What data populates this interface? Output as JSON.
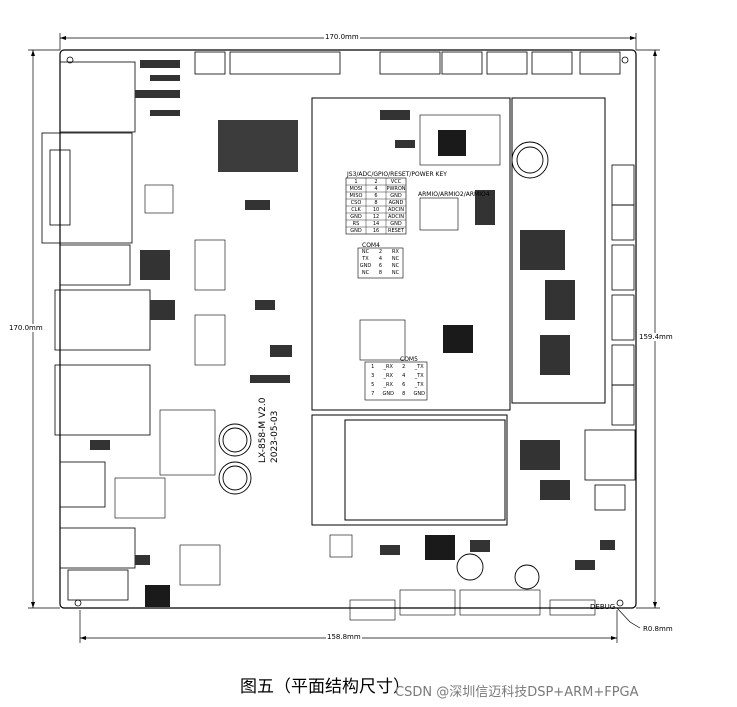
{
  "figure": {
    "top_dimension": "170.0mm",
    "left_dimension": "170.0mm",
    "right_dimension": "159.4mm",
    "bottom_dimension": "158.8mm",
    "corner_radius_label": "R0.8mm",
    "debug_label": "DEBUG",
    "board_model": "LX-858-M V2.0",
    "board_date": "2023-05-03",
    "pwr_key_header": "JS3/ADC/GPIO/RESET/POWER KEY",
    "com4_label": "COM4",
    "com5_label": "COM5",
    "armio_label": "ARMIO/ARMIO2/ARMIO4",
    "pin_table_main": [
      [
        "1",
        "2",
        "VCC"
      ],
      [
        "MOSI",
        "4",
        "PWRON"
      ],
      [
        "MISO",
        "6",
        "GND"
      ],
      [
        "CSO",
        "8",
        "AGND"
      ],
      [
        "CLK",
        "10",
        "ADCIN"
      ],
      [
        "GND",
        "12",
        "ADCIN"
      ],
      [
        "RS",
        "14",
        "GND"
      ],
      [
        "GND",
        "16",
        "RESET"
      ]
    ],
    "com4_table": [
      [
        "NC",
        "2",
        "RX"
      ],
      [
        "TX",
        "4",
        "NC"
      ],
      [
        "GND",
        "6",
        "NC"
      ],
      [
        "NC",
        "8",
        "NC"
      ]
    ],
    "com5_table": [
      [
        "1",
        "_RX",
        "2",
        "_TX"
      ],
      [
        "3",
        "_RX",
        "4",
        "_TX"
      ],
      [
        "5",
        "_RX",
        "6",
        "_TX"
      ],
      [
        "7",
        "GND",
        "8",
        "GND"
      ]
    ]
  },
  "caption": {
    "title": "图五（平面结构尺寸）",
    "watermark": "CSDN @深圳信迈科技DSP+ARM+FPGA"
  }
}
